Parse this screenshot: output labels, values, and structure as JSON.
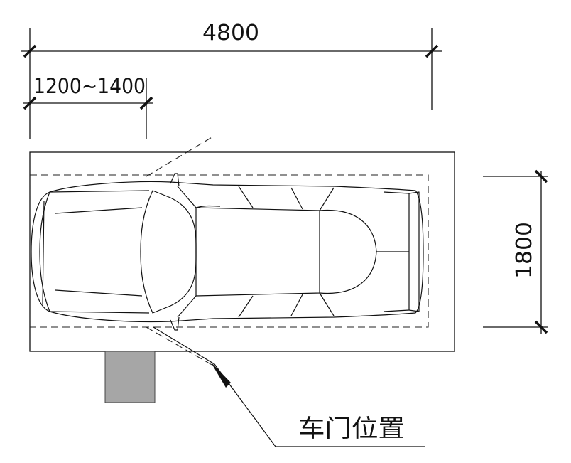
{
  "dimensions": {
    "overall_length": "4800",
    "door_offset": "1200~1400",
    "width": "1800"
  },
  "callout": {
    "label": "车门位置"
  },
  "colors": {
    "line": "#111111",
    "dashed": "#222222",
    "fill_block": "#a6a6a6"
  }
}
